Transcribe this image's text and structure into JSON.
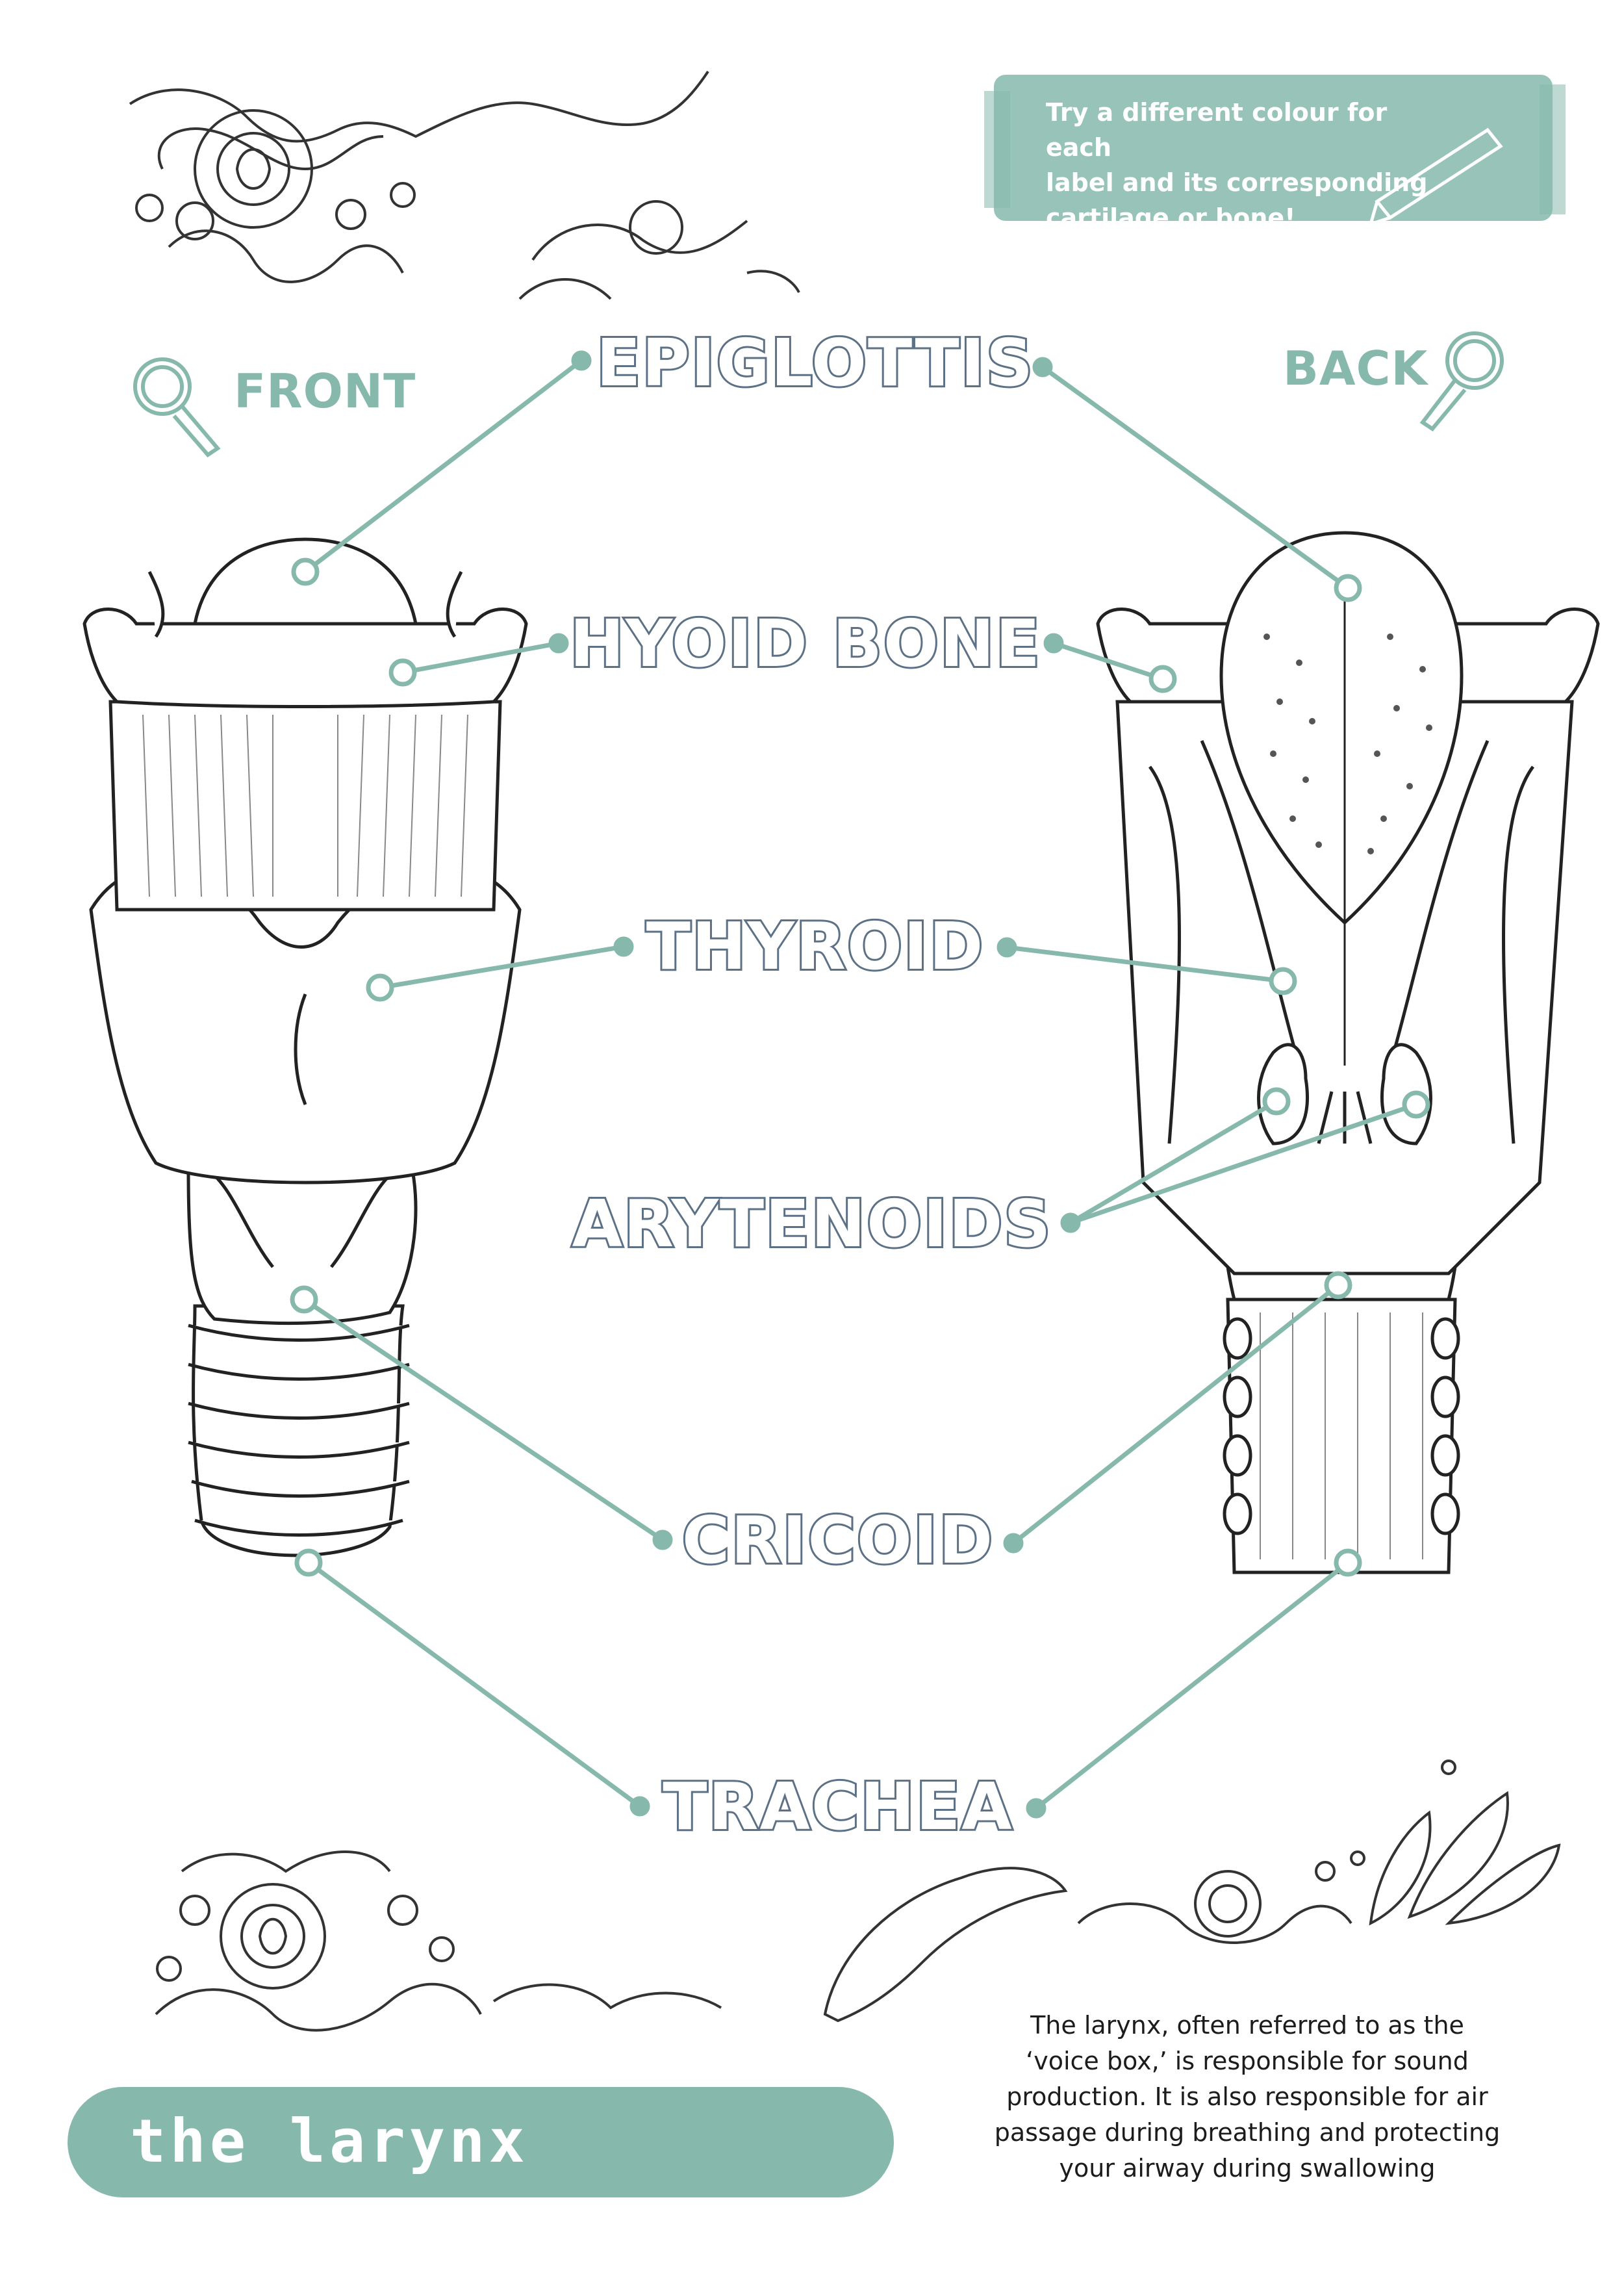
{
  "tip": {
    "line1": "Try a different colour for each",
    "line2": "label and  its corresponding",
    "line3": "cartilage or bone!",
    "icon": "pencil-icon"
  },
  "views": {
    "front": "FRONT",
    "back": "BACK",
    "icon": "magnifier-icon"
  },
  "labels": {
    "epiglottis": "EPIGLOTTIS",
    "hyoid": "HYOID BONE",
    "thyroid": "THYROID",
    "arytenoids": "ARYTENOIDS",
    "cricoid": "CRICOID",
    "trachea": "TRACHEA"
  },
  "title": "the larynx",
  "caption": {
    "line1": "The larynx, often referred to as the",
    "line2": "‘voice box,’ is responsible for sound",
    "line3": "production. It is also responsible for air",
    "line4": "passage during breathing and protecting",
    "line5": "your airway during swallowing"
  },
  "colors": {
    "accent": "#86b9ac",
    "label_outline": "#5d7186",
    "ink": "#1c1c1c"
  }
}
